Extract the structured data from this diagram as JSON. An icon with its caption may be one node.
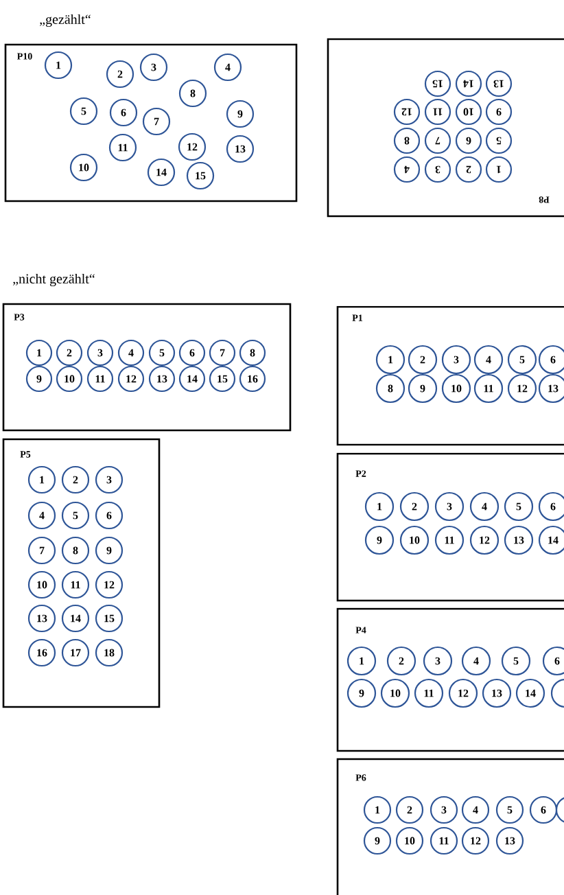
{
  "diagram": {
    "nodes": [
      {
        "text": [
          "P10"
        ]
      },
      {
        "text": [
          "1"
        ],
        "in": 0
      },
      {
        "text": [
          "2"
        ],
        "in": 0
      },
      {
        "text": [
          "3"
        ],
        "in": 0
      },
      {
        "text": [
          "4"
        ],
        "in": 0
      },
      {
        "text": [
          "5"
        ],
        "in": 0
      },
      {
        "text": [
          "6"
        ],
        "in": 0
      },
      {
        "text": [
          "7"
        ],
        "in": 0
      },
      {
        "text": [
          "8"
        ],
        "in": 0
      },
      {
        "text": [
          "9"
        ],
        "in": 0
      },
      {
        "text": [
          "10"
        ],
        "in": 0
      },
      {
        "text": [
          "11"
        ],
        "in": 0
      },
      {
        "text": [
          "12"
        ],
        "in": 0
      },
      {
        "text": [
          "13"
        ],
        "in": 0
      },
      {
        "text": [
          "14"
        ],
        "in": 0
      },
      {
        "text": [
          "15"
        ],
        "in": 0
      },
      {
        "text": [
          "P8"
        ]
      },
      {
        "text": [
          "1"
        ],
        "in": 16
      },
      {
        "text": [
          "2"
        ],
        "in": 16
      },
      {
        "text": [
          "3"
        ],
        "in": 16
      },
      {
        "text": [
          "4"
        ],
        "in": 16
      },
      {
        "text": [
          "5"
        ],
        "in": 16
      },
      {
        "text": [
          "6"
        ],
        "in": 16
      },
      {
        "text": [
          "7"
        ],
        "in": 16
      },
      {
        "text": [
          "8"
        ],
        "in": 16
      },
      {
        "text": [
          "9"
        ],
        "in": 16
      },
      {
        "text": [
          "10"
        ],
        "in": 16
      },
      {
        "text": [
          "11"
        ],
        "in": 16
      },
      {
        "text": [
          "12"
        ],
        "in": 16
      },
      {
        "text": [
          "13"
        ],
        "in": 16
      },
      {
        "text": [
          "14"
        ],
        "in": 16
      },
      {
        "text": [
          "15"
        ],
        "in": 16
      },
      {
        "text": [
          "P3"
        ]
      },
      {
        "text": [
          "1"
        ],
        "in": 32
      },
      {
        "text": [
          "2"
        ],
        "in": 32
      },
      {
        "text": [
          "3"
        ],
        "in": 32
      },
      {
        "text": [
          "4"
        ],
        "in": 32
      },
      {
        "text": [
          "5"
        ],
        "in": 32
      },
      {
        "text": [
          "6"
        ],
        "in": 32
      },
      {
        "text": [
          "7"
        ],
        "in": 32
      },
      {
        "text": [
          "8"
        ],
        "in": 32
      },
      {
        "text": [
          "9"
        ],
        "in": 32
      },
      {
        "text": [
          "10"
        ],
        "in": 32
      },
      {
        "text": [
          "11"
        ],
        "in": 32
      },
      {
        "text": [
          "12"
        ],
        "in": 32
      },
      {
        "text": [
          "13"
        ],
        "in": 32
      },
      {
        "text": [
          "14"
        ],
        "in": 32
      },
      {
        "text": [
          "15"
        ],
        "in": 32
      },
      {
        "text": [
          "16"
        ],
        "in": 32
      },
      {
        "text": [
          "P5"
        ]
      },
      {
        "text": [
          "1"
        ],
        "in": 49
      },
      {
        "text": [
          "2"
        ],
        "in": 49
      },
      {
        "text": [
          "3"
        ],
        "in": 49
      },
      {
        "text": [
          "4"
        ],
        "in": 49
      },
      {
        "text": [
          "5"
        ],
        "in": 49
      },
      {
        "text": [
          "6"
        ],
        "in": 49
      },
      {
        "text": [
          "7"
        ],
        "in": 49
      },
      {
        "text": [
          "8"
        ],
        "in": 49
      },
      {
        "text": [
          "9"
        ],
        "in": 49
      },
      {
        "text": [
          "10"
        ],
        "in": 49
      },
      {
        "text": [
          "11"
        ],
        "in": 49
      },
      {
        "text": [
          "12"
        ],
        "in": 49
      },
      {
        "text": [
          "13"
        ],
        "in": 49
      },
      {
        "text": [
          "14"
        ],
        "in": 49
      },
      {
        "text": [
          "15"
        ],
        "in": 49
      },
      {
        "text": [
          "16"
        ],
        "in": 49
      },
      {
        "text": [
          "17"
        ],
        "in": 49
      },
      {
        "text": [
          "18"
        ],
        "in": 49
      },
      {
        "text": [
          "P1"
        ]
      },
      {
        "text": [
          "1"
        ],
        "in": 68
      },
      {
        "text": [
          "2"
        ],
        "in": 68
      },
      {
        "text": [
          "3"
        ],
        "in": 68
      },
      {
        "text": [
          "4"
        ],
        "in": 68
      },
      {
        "text": [
          "5"
        ],
        "in": 68
      },
      {
        "text": [
          "6"
        ],
        "in": 68
      },
      {
        "text": [
          "8"
        ],
        "in": 68
      },
      {
        "text": [
          "9"
        ],
        "in": 68
      },
      {
        "text": [
          "10"
        ],
        "in": 68
      },
      {
        "text": [
          "11"
        ],
        "in": 68
      },
      {
        "text": [
          "12"
        ],
        "in": 68
      },
      {
        "text": [
          "13"
        ],
        "in": 68
      },
      {
        "text": [
          "P2"
        ]
      },
      {
        "text": [
          "1"
        ],
        "in": 81
      },
      {
        "text": [
          "2"
        ],
        "in": 81
      },
      {
        "text": [
          "3"
        ],
        "in": 81
      },
      {
        "text": [
          "4"
        ],
        "in": 81
      },
      {
        "text": [
          "5"
        ],
        "in": 81
      },
      {
        "text": [
          "6"
        ],
        "in": 81
      },
      {
        "text": [
          "9"
        ],
        "in": 81
      },
      {
        "text": [
          "10"
        ],
        "in": 81
      },
      {
        "text": [
          "11"
        ],
        "in": 81
      },
      {
        "text": [
          "12"
        ],
        "in": 81
      },
      {
        "text": [
          "13"
        ],
        "in": 81
      },
      {
        "text": [
          "14"
        ],
        "in": 81
      },
      {
        "text": [
          "P4"
        ]
      },
      {
        "text": [
          "1"
        ],
        "in": 94
      },
      {
        "text": [
          "2"
        ],
        "in": 94
      },
      {
        "text": [
          "3"
        ],
        "in": 94
      },
      {
        "text": [
          "4"
        ],
        "in": 94
      },
      {
        "text": [
          "5"
        ],
        "in": 94
      },
      {
        "text": [
          "6"
        ],
        "in": 94
      },
      {
        "text": [
          "9"
        ],
        "in": 94
      },
      {
        "text": [
          "10"
        ],
        "in": 94
      },
      {
        "text": [
          "11"
        ],
        "in": 94
      },
      {
        "text": [
          "12"
        ],
        "in": 94
      },
      {
        "text": [
          "13"
        ],
        "in": 94
      },
      {
        "text": [
          "14"
        ],
        "in": 94
      },
      {
        "text": [],
        "shape": "circle",
        "in": 94
      },
      {
        "text": [
          "P6"
        ]
      },
      {
        "text": [
          "1"
        ],
        "in": 108
      },
      {
        "text": [
          "2"
        ],
        "in": 108
      },
      {
        "text": [
          "3"
        ],
        "in": 108
      },
      {
        "text": [
          "4"
        ],
        "in": 108
      },
      {
        "text": [
          "5"
        ],
        "in": 108
      },
      {
        "text": [
          "6"
        ],
        "in": 108
      },
      {
        "text": [],
        "shape": "circle",
        "in": 108
      },
      {
        "text": [
          "9"
        ],
        "in": 108
      },
      {
        "text": [
          "10"
        ],
        "in": 108
      },
      {
        "text": [
          "11"
        ],
        "in": 108
      },
      {
        "text": [
          "12"
        ],
        "in": 108
      },
      {
        "text": [
          "13"
        ],
        "in": 108
      }
    ],
    "labels": [
      "„gezählt“",
      "„nicht gezählt“"
    ]
  }
}
